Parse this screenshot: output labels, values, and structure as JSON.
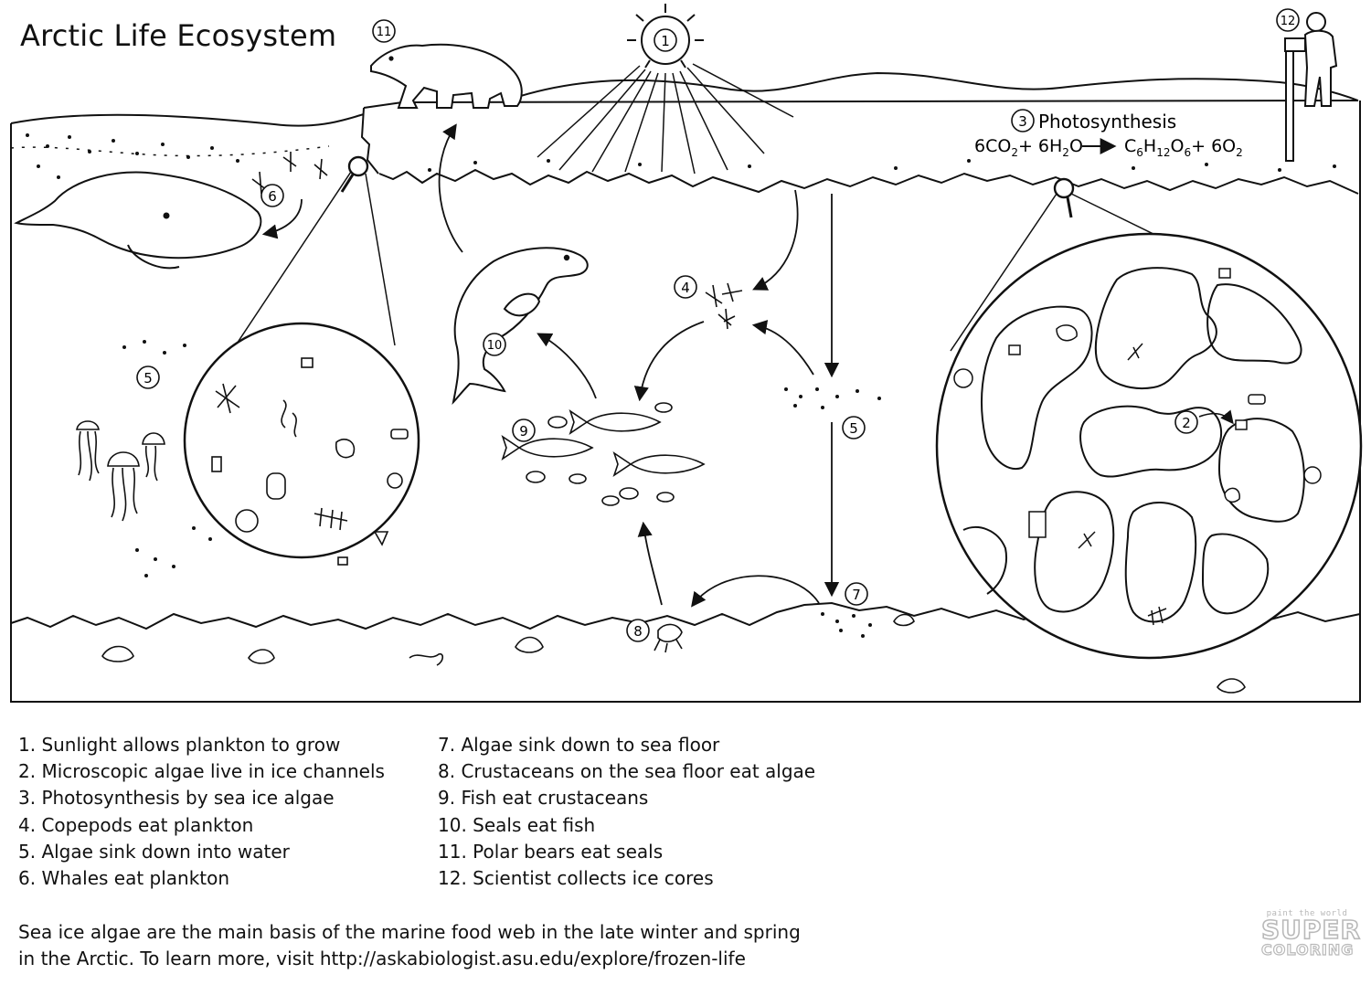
{
  "title": "Arctic Life Ecosystem",
  "photosynthesis": {
    "marker": "3",
    "label": "Photosynthesis",
    "equation": {
      "left1": "6CO",
      "sub1": "2",
      "plus1": "+ 6H",
      "sub2": "2",
      "o1": "O",
      "p1": "C",
      "s3": "6",
      "p2": "H",
      "s4": "12",
      "p3": "O",
      "s5": "6",
      "plus2": "+ 6O",
      "s6": "2"
    }
  },
  "markers": [
    "1",
    "2",
    "3",
    "4",
    "5",
    "5",
    "6",
    "7",
    "8",
    "9",
    "10",
    "11",
    "12"
  ],
  "legend_left": [
    "1. Sunlight allows plankton to grow",
    "2. Microscopic algae live in ice channels",
    "3. Photosynthesis by sea ice algae",
    "4. Copepods eat plankton",
    "5. Algae sink down into water",
    "6. Whales eat plankton"
  ],
  "legend_right": [
    "7. Algae sink down to sea floor",
    "8. Crustaceans on the sea floor eat algae",
    "9. Fish eat crustaceans",
    "10. Seals eat fish",
    "11. Polar bears eat seals",
    "12. Scientist collects ice cores"
  ],
  "footer": [
    "Sea ice algae are the main basis of the marine food web in the late winter and spring",
    "in the Arctic. To learn more, visit http://askabiologist.asu.edu/explore/frozen-life"
  ],
  "logo": {
    "tagline": "paint the world",
    "word1": "SUPER",
    "word2": "COLORING"
  }
}
